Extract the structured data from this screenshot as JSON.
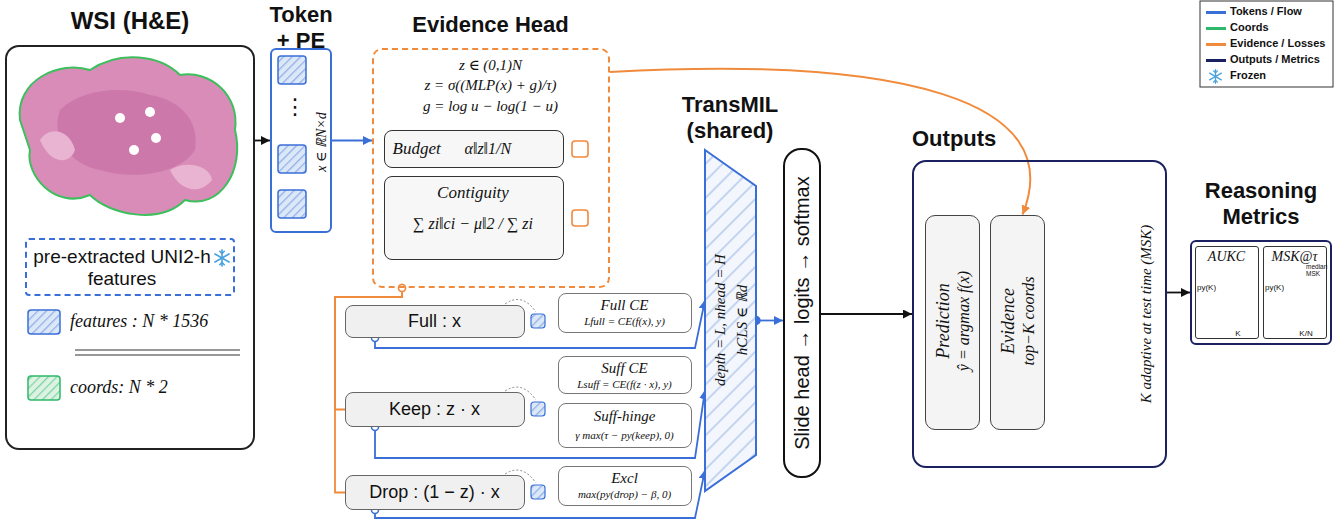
{
  "diagram": {
    "nodes": [
      {
        "text": [
          "WSI (H&E)"
        ]
      },
      {
        "text": [
          "pre-extracted UNI2-h features"
        ],
        "in": 0
      },
      {
        "text": [
          "Token + PE",
          "x ∈ ℝN×d"
        ]
      },
      {
        "text": [
          "Evidence Head",
          "z ∈ (0,1)N",
          "z = σ((MLP(x) + g)/τ)",
          "g = log u − log(1 − u)"
        ]
      },
      {
        "text": [
          "Budget",
          "α‖z‖1/N"
        ],
        "in": 3
      },
      {
        "text": [
          "Contiguity",
          "∑ zi‖ci − μ‖2 / ∑ zi"
        ],
        "in": 3
      },
      {
        "text": [
          "TransMIL (shared)",
          "depth = L, nhead = H",
          "hCLS ∈ ℝd"
        ]
      },
      {
        "text": [
          "Full : x"
        ]
      },
      {
        "text": [
          "Keep : z · x"
        ]
      },
      {
        "text": [
          "Drop : (1 − z) · x"
        ]
      },
      {
        "text": [
          "Full CE",
          "Lfull = CE(f(x), y)"
        ]
      },
      {
        "text": [
          "Suff CE",
          "Lsuff = CE(f(z · x), y)"
        ]
      },
      {
        "text": [
          "Suff-hinge",
          "γ max(τ − py(keep), 0)"
        ]
      },
      {
        "text": [
          "Excl",
          "max(py(drop) − β, 0)"
        ]
      },
      {
        "text": [
          "Slide head → logits → softmax"
        ]
      },
      {
        "text": [
          "Outputs",
          "K adaptive at test time (MSK)"
        ]
      },
      {
        "text": [
          "Prediction",
          "ŷ = argmax f(x)"
        ],
        "in": 15
      },
      {
        "text": [
          "Evidence",
          "top−K coords"
        ],
        "in": 15
      },
      {
        "text": [
          "Reasoning Metrics"
        ]
      },
      {
        "text": [
          "AUKC"
        ],
        "in": 18
      },
      {
        "text": [
          "MSK@τ"
        ],
        "in": 18
      }
    ],
    "edges": [
      {
        "from": 0,
        "to": 2,
        "arrow": "to"
      },
      {
        "from": 2,
        "to": 3,
        "arrow": "to"
      },
      {
        "from": 3,
        "to": 17,
        "arrow": "to"
      },
      {
        "from": 3,
        "to": 8,
        "arrow": "none"
      },
      {
        "from": 3,
        "to": 9,
        "arrow": "none"
      },
      {
        "from": 7,
        "to": 6,
        "arrow": "to"
      },
      {
        "from": 8,
        "to": 6,
        "arrow": "to"
      },
      {
        "from": 9,
        "to": 6,
        "arrow": "to"
      },
      {
        "from": 6,
        "to": 14,
        "arrow": "to"
      },
      {
        "from": 14,
        "to": 15,
        "arrow": "to"
      },
      {
        "from": 15,
        "to": 18,
        "arrow": "to"
      }
    ],
    "labels": [
      "⋮",
      "features : N * 1536",
      "coords: N * 2",
      "py(K)",
      "K",
      "py(K)",
      "K/N",
      "median MSK"
    ],
    "legend": [
      {
        "text": "Tokens / Flow",
        "color": "#3a6fd8"
      },
      {
        "text": "Coords",
        "color": "#2eb86a"
      },
      {
        "text": "Evidence / Losses",
        "color": "#f08a3c"
      },
      {
        "text": "Outputs / Metrics",
        "color": "#1b2060"
      },
      {
        "text": "Frozen"
      }
    ]
  }
}
